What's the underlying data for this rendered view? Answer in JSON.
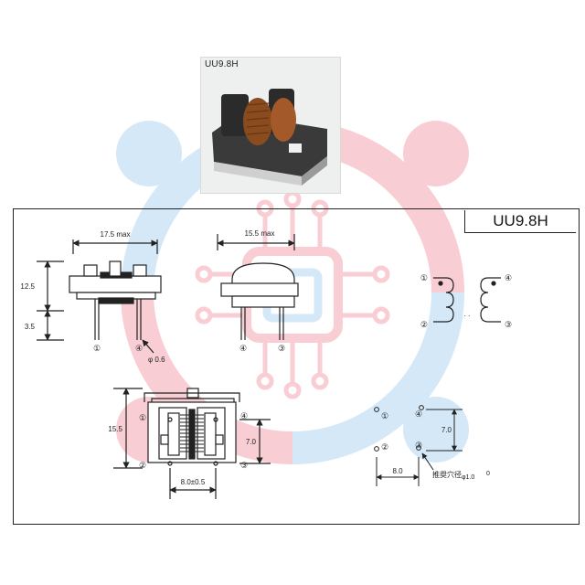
{
  "photo": {
    "label": "UU9.8H"
  },
  "title": "UU9.8H",
  "front_view": {
    "width": "17.5 max",
    "height_body": "12.5",
    "height_pin": "3.5",
    "pin_left": "①",
    "pin_right": "④",
    "pin_dia": "φ 0.6"
  },
  "side_view": {
    "width": "15.5 max",
    "pin_left": "④",
    "pin_right": "③"
  },
  "schematic": {
    "p1": "①",
    "p2": "②",
    "p3": "③",
    "p4": "④",
    "dots": ". ."
  },
  "bottom_view": {
    "height": "15.5",
    "spacing_v": "7.0",
    "spacing_h": "8.0±0.5",
    "p1": "①",
    "p2": "②",
    "p3": "③",
    "p4": "④"
  },
  "pcb": {
    "p1": "①",
    "p2": "②",
    "p3": "③",
    "p4": "④",
    "spacing_v": "7.0",
    "spacing_h": "8.0",
    "hole_note": "推奨穴径",
    "hole_dia": "φ1.0",
    "hole_tol": "0"
  },
  "colors": {
    "wm_blue": "#cfe5f7",
    "wm_pink": "#f6c9d0",
    "line": "#222222"
  }
}
